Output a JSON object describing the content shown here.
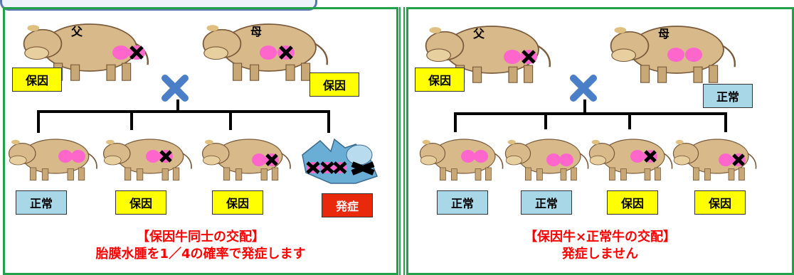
{
  "left": {
    "father_symbol": "父",
    "mother_symbol": "母",
    "father_label": "保因",
    "mother_label": "保因",
    "offspring": [
      "正常",
      "保因",
      "保因",
      "発症"
    ],
    "caption_line1": "【保因牛同士の交配】",
    "caption_line2": "胎膜水腫を1／4の確率で発症します"
  },
  "right": {
    "father_symbol": "父",
    "mother_symbol": "母",
    "father_label": "保因",
    "mother_label": "正常",
    "offspring": [
      "正常",
      "正常",
      "保因",
      "保因"
    ],
    "caption_line1": "【保因牛×正常牛の交配】",
    "caption_line2": "発症しません"
  },
  "colors": {
    "carrier": "#ffff00",
    "normal": "#a8d8e8",
    "affected": "#e8290c",
    "caption": "#ff0000",
    "border": "#22a04a",
    "cross": "#4a7fc8"
  },
  "icons": [
    "cow-icon",
    "cross-icon",
    "affected-cow-icon"
  ]
}
